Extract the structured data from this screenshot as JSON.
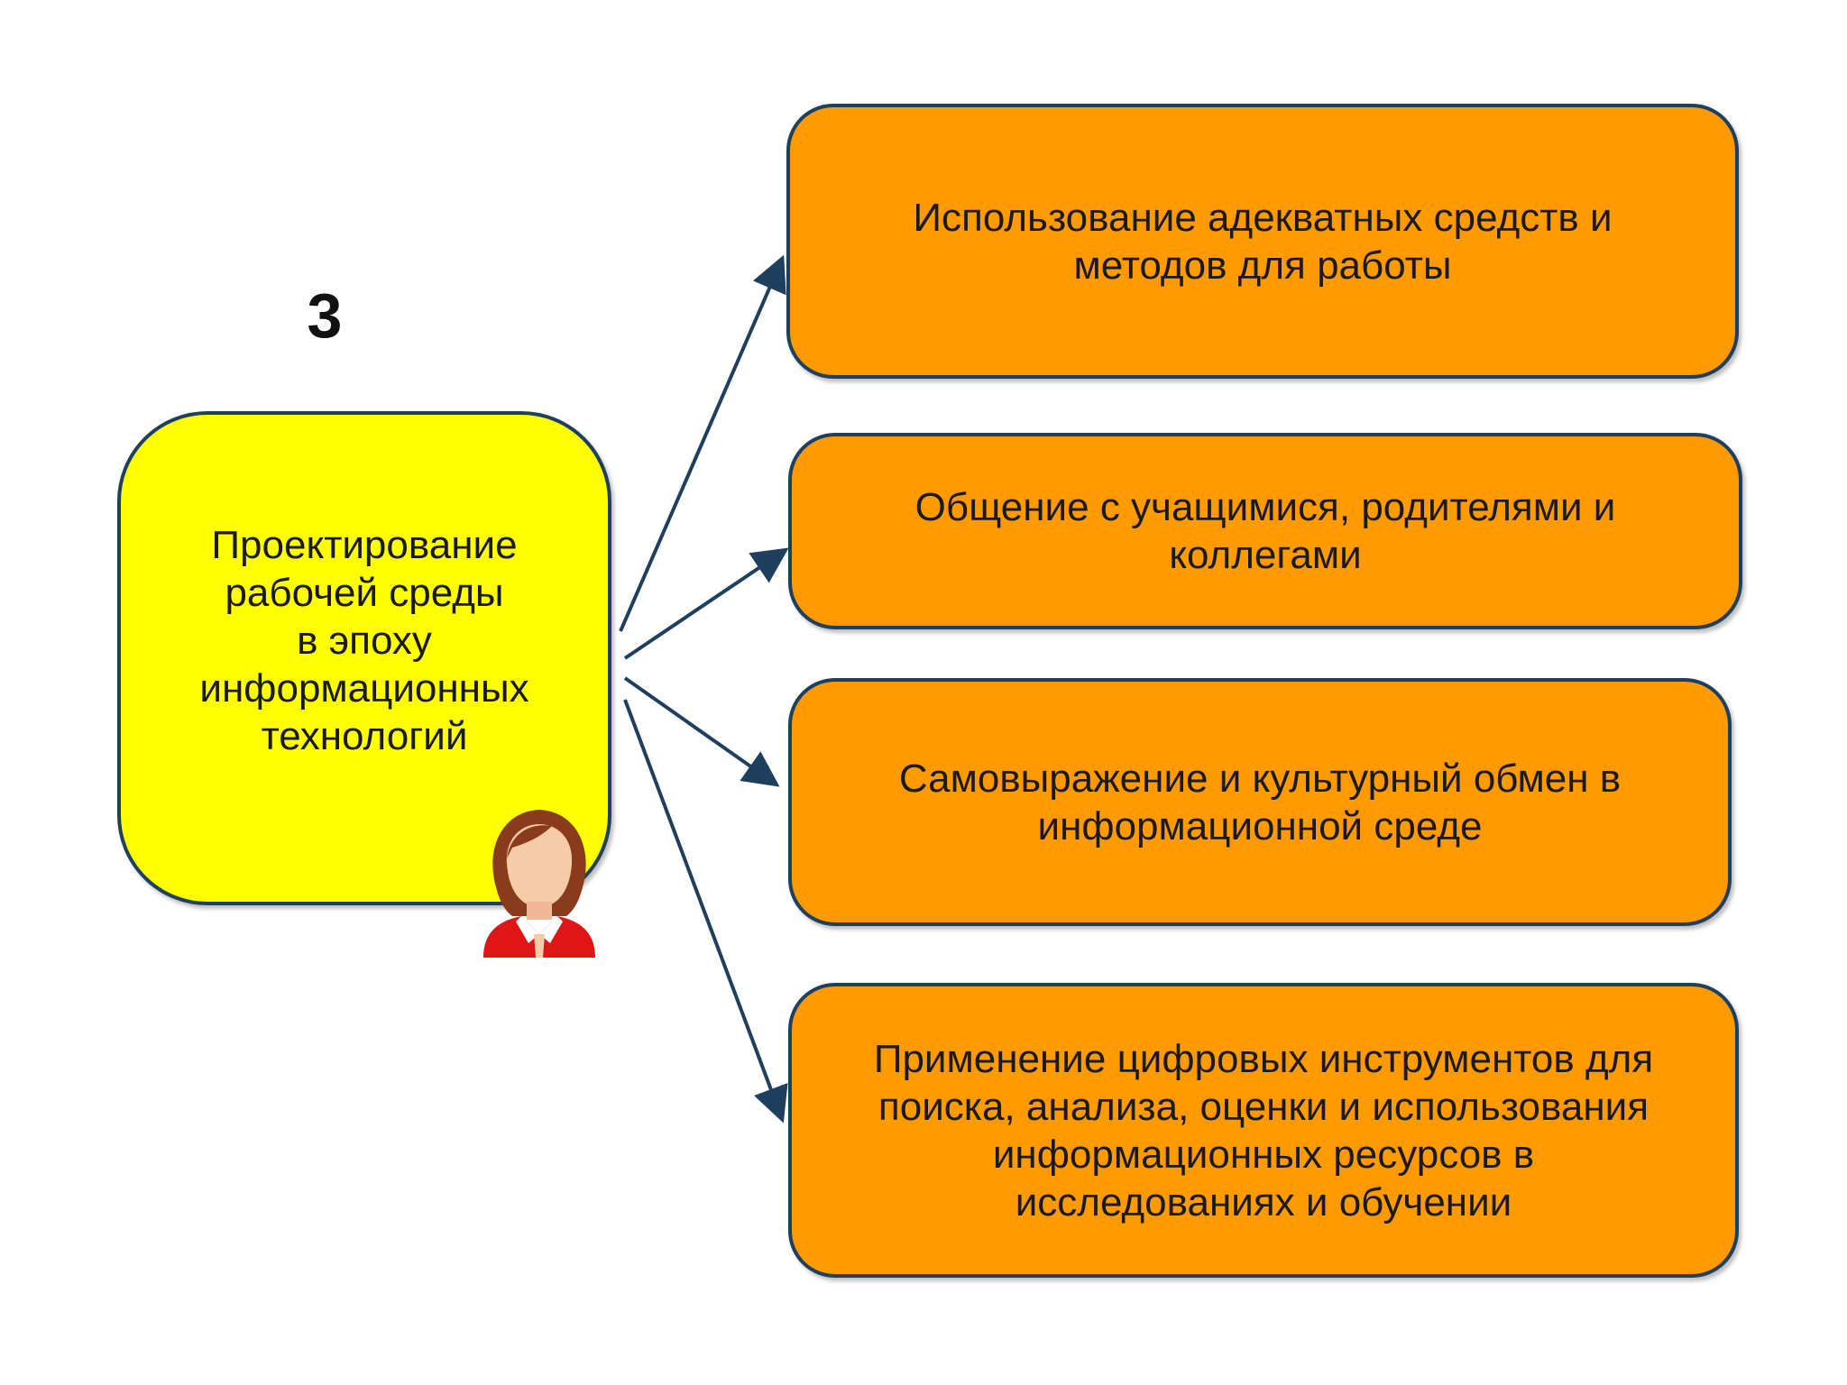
{
  "slide_number": "3",
  "center_node": {
    "lines": [
      "Проектирование",
      "рабочей среды",
      "в эпоху",
      "информационных",
      "технологий"
    ]
  },
  "items": [
    {
      "lines": [
        "Использование адекватных средств и",
        "методов для работы"
      ]
    },
    {
      "lines": [
        "Общение с учащимися, родителями и",
        "коллегами"
      ]
    },
    {
      "lines": [
        "Самовыражение и культурный обмен в",
        "информационной среде"
      ]
    },
    {
      "lines": [
        "Применение цифровых инструментов для",
        "поиска, анализа, оценки и использования",
        "информационных ресурсов в",
        "исследованиях и обучении"
      ]
    }
  ],
  "colors": {
    "center_fill": "#ffff00",
    "item_fill": "#ff9a00",
    "border": "#1f3f5f",
    "arrow": "#1f3f5f"
  },
  "icons": [
    "woman-avatar-icon"
  ]
}
